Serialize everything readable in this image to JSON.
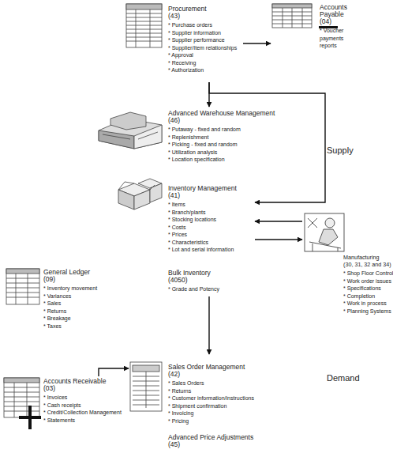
{
  "diagram": {
    "nodes": [
      {
        "text": [
          "Procurement",
          "(43)",
          "* Purchase orders",
          "* Supplier information",
          "* Supplier performance",
          "* Supplier/Item relationships",
          "* Approval",
          "* Receiving",
          "* Authorization"
        ]
      },
      {
        "text": [
          "Accounts Payable",
          "(04)",
          "* Voucher payments reports"
        ]
      },
      {
        "text": [
          "Advanced Warehouse Management",
          "(46)",
          "* Putaway - fixed and random",
          "* Replenishment",
          "* Picking - fixed and random",
          "* Utilization analysis",
          "* Location specification"
        ]
      },
      {
        "text": [
          "Inventory Management",
          "(41)",
          "* Items",
          "* Branch/plants",
          "* Stocking locations",
          "* Costs",
          "* Prices",
          "* Characteristics",
          "* Lot and serial information",
          "Bulk Inventory",
          "(4050)",
          "* Grade and Potency"
        ]
      },
      {
        "text": [
          "Manufacturing",
          "(30, 31, 32 and 34)",
          "* Shop Floor Control",
          "* Work order issues",
          "* Specifications",
          "* Completion",
          "* Work in process",
          "* Planning Systems"
        ]
      },
      {
        "text": [
          "General Ledger",
          "(09)",
          "* Inventory movement",
          "* Variances",
          "* Sales",
          "* Returns",
          "* Breakage",
          "* Taxes"
        ]
      },
      {
        "text": [
          "Sales Order Management",
          "(42)",
          "* Sales Orders",
          "* Returns",
          "* Customer information/instructions",
          "* Shipment confirmation",
          "* Invoicing",
          "* Pricing",
          "Advanced Price Adjustments",
          "(45)"
        ]
      },
      {
        "text": [
          "Accounts Receivable",
          "(03)",
          "* Invoices",
          "* Cash receipts",
          "* Credit/Collection Management",
          "* Statements"
        ]
      }
    ],
    "edges": [
      {
        "from": 0,
        "to": 1,
        "arrow": "to"
      },
      {
        "from": 0,
        "to": 2,
        "arrow": "to"
      },
      {
        "from": 0,
        "to": 3,
        "arrow": "to"
      },
      {
        "from": 4,
        "to": 3,
        "arrow": "to"
      },
      {
        "from": 3,
        "to": 4,
        "arrow": "to"
      },
      {
        "from": 3,
        "to": 6,
        "arrow": "to"
      },
      {
        "from": 7,
        "to": 6,
        "arrow": "to"
      }
    ],
    "labels": [
      "Supply",
      "Demand"
    ]
  }
}
